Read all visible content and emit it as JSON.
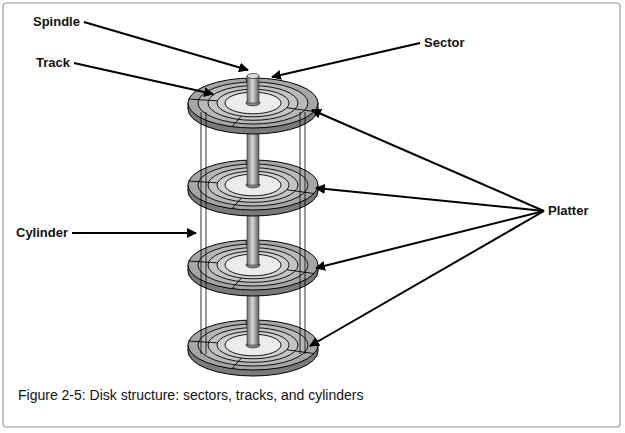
{
  "diagram": {
    "caption": "Figure 2-5: Disk structure: sectors, tracks, and cylinders",
    "labels": [
      "Spindle",
      "Sector",
      "Track",
      "Cylinder",
      "Platter"
    ]
  }
}
